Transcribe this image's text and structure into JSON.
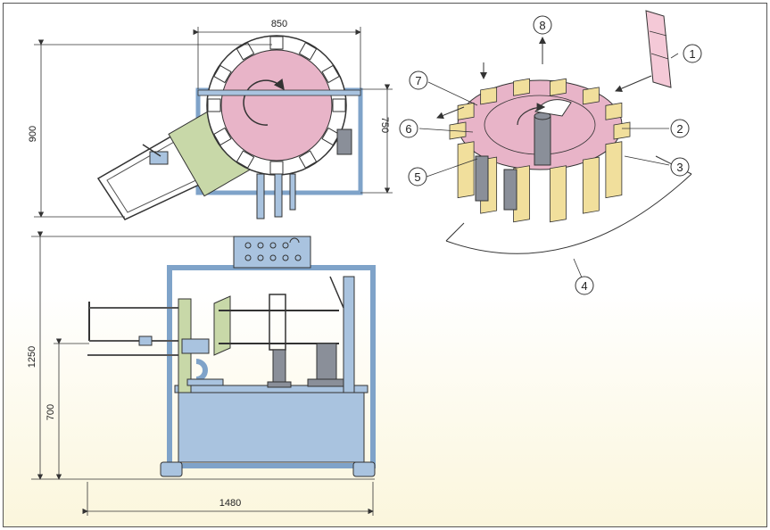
{
  "dimensions": {
    "top_width": "850",
    "top_height": "900",
    "top_inner_height": "750",
    "side_total_height": "1250",
    "side_table_height": "700",
    "side_width": "1480"
  },
  "callouts": [
    "1",
    "2",
    "3",
    "4",
    "5",
    "6",
    "7",
    "8"
  ],
  "colors": {
    "frame_blue": "#a9c3df",
    "turntable_pink": "#e8b4c8",
    "carton_yellow": "#f1df9c",
    "bottle_grey": "#8a8f99",
    "line": "#333333"
  }
}
